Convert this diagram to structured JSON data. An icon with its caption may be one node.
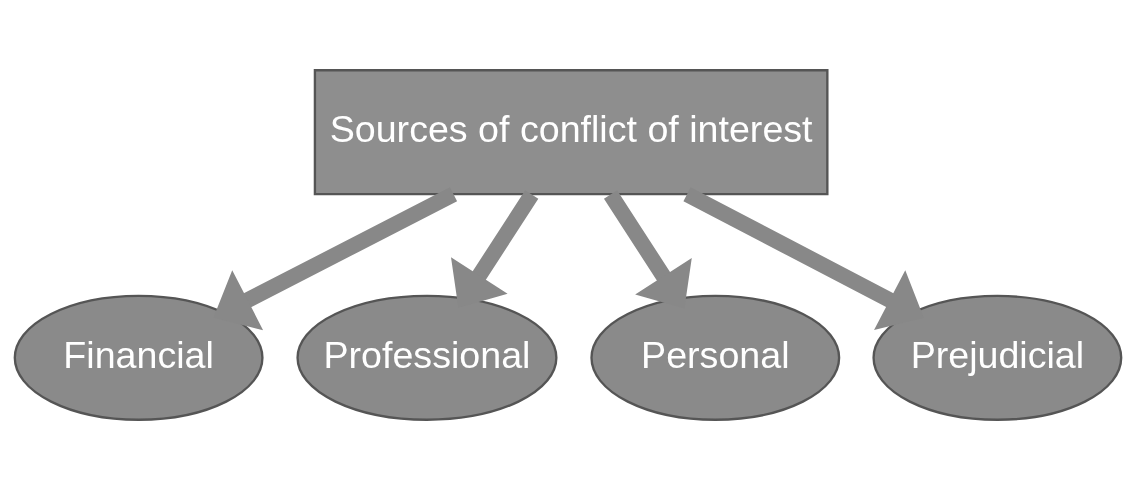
{
  "diagram": {
    "nodes": [
      {
        "text": [
          "Sources of conflict of interest"
        ]
      },
      {
        "text": [
          "Financial"
        ]
      },
      {
        "text": [
          "Professional"
        ]
      },
      {
        "text": [
          "Personal"
        ]
      },
      {
        "text": [
          "Prejudicial"
        ]
      }
    ],
    "edges": [
      {
        "from": 0,
        "to": 1,
        "arrow": "to"
      },
      {
        "from": 0,
        "to": 2,
        "arrow": "to"
      },
      {
        "from": 0,
        "to": 3,
        "arrow": "to"
      },
      {
        "from": 0,
        "to": 4,
        "arrow": "to"
      }
    ]
  }
}
